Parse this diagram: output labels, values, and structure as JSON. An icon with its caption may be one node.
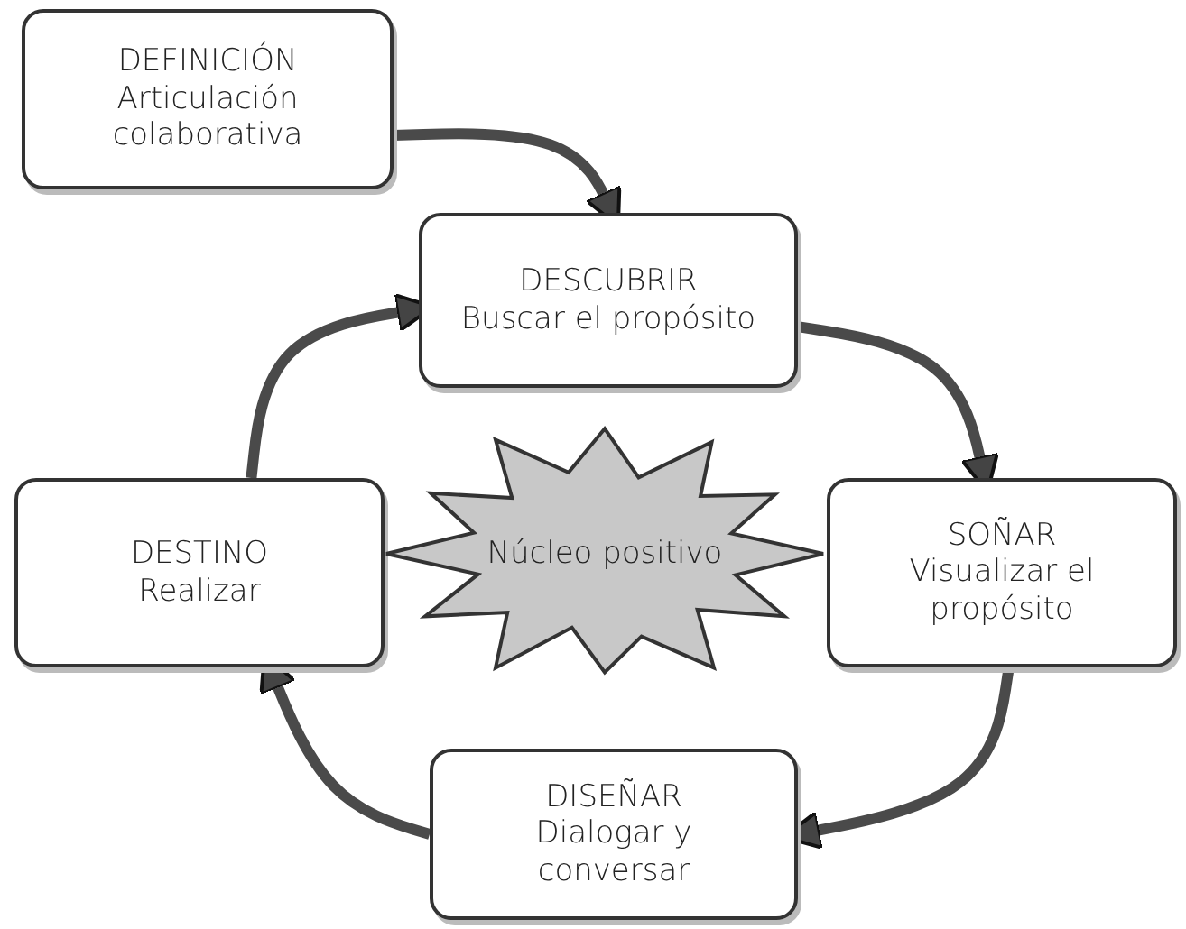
{
  "diagram": {
    "nodes": [
      {
        "text": [
          "DEFINICIÓN",
          "Articulación colaborativa"
        ]
      },
      {
        "text": [
          "DESCUBRIR",
          "Buscar el propósito"
        ]
      },
      {
        "text": [
          "SOÑAR",
          "Visualizar el propósito"
        ]
      },
      {
        "text": [
          "DISEÑAR",
          "Dialogar y conversar"
        ]
      },
      {
        "text": [
          "DESTINO",
          "Realizar"
        ]
      },
      {
        "text": [
          "Núcleo positivo"
        ]
      }
    ],
    "edges": [
      {
        "from": 0,
        "to": 1,
        "arrow": "to"
      },
      {
        "from": 1,
        "to": 2,
        "arrow": "to"
      },
      {
        "from": 2,
        "to": 3,
        "arrow": "to"
      },
      {
        "from": 3,
        "to": 4,
        "arrow": "to"
      },
      {
        "from": 4,
        "to": 1,
        "arrow": "to"
      }
    ]
  }
}
